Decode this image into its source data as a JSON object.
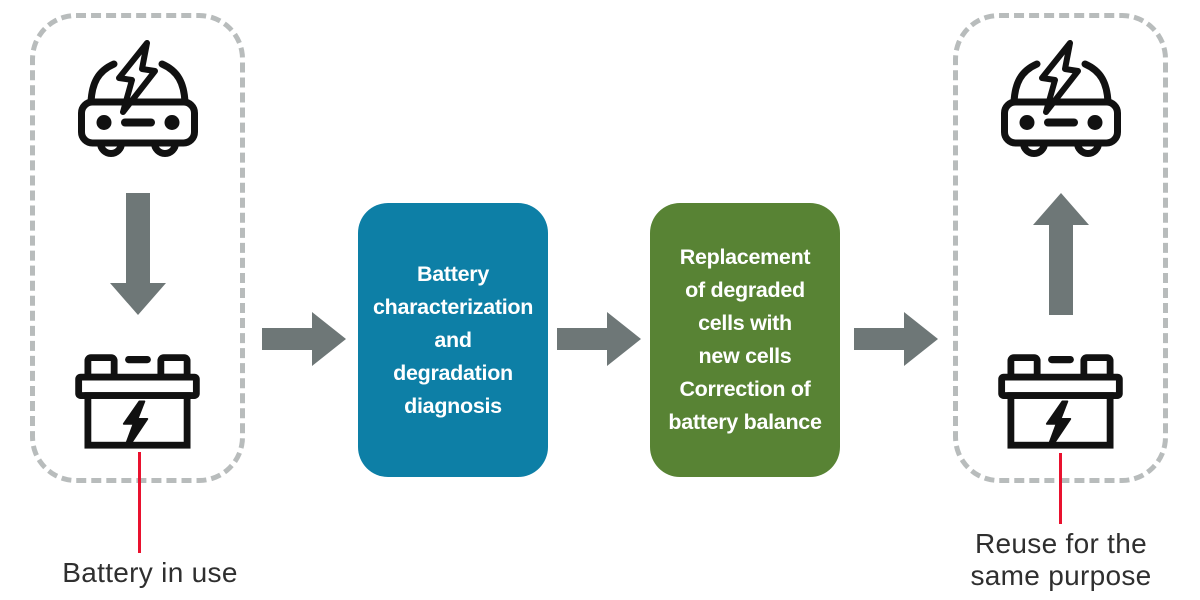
{
  "stages": {
    "left": {
      "label": "Battery in use"
    },
    "right": {
      "label_lines": [
        "Reuse for the",
        "same purpose"
      ]
    }
  },
  "steps": [
    {
      "name": "battery-characterization",
      "bg": "#0d7fa6",
      "lines": [
        "Battery",
        "characterization",
        "and",
        "degradation",
        "diagnosis"
      ]
    },
    {
      "name": "cell-replacement",
      "bg": "#588334",
      "lines": [
        "Replacement",
        "of degraded",
        "cells with",
        "new cells",
        "Correction of",
        "battery balance"
      ]
    }
  ],
  "icons": {
    "left_stage": [
      "ev-car-icon",
      "arrow-down-icon",
      "battery-icon"
    ],
    "right_stage": [
      "ev-car-icon",
      "arrow-up-icon",
      "battery-icon"
    ],
    "connectors": [
      "arrow-right-icon",
      "arrow-right-icon",
      "arrow-right-icon"
    ]
  },
  "colors": {
    "process_teal": "#0d7fa6",
    "process_green": "#588334",
    "arrow_gray": "#6e7777",
    "dashed_border": "#b8bcbc",
    "callout_red": "#e9112e",
    "label_text": "#2f2f2f",
    "icon_stroke": "#111111"
  }
}
